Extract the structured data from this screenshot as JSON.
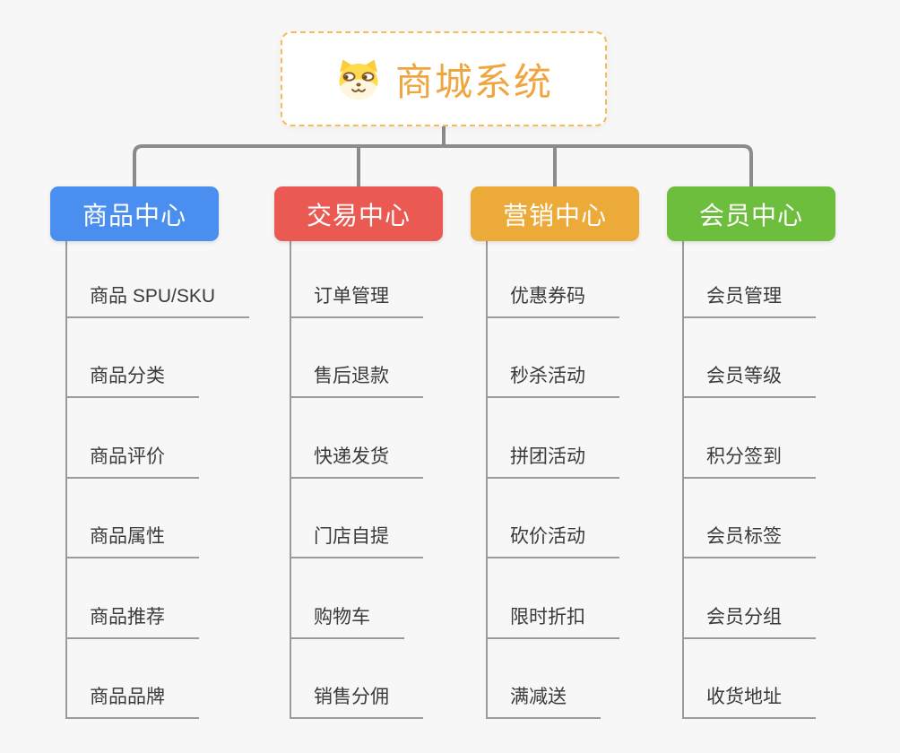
{
  "root": {
    "title": "商城系统",
    "icon": "dog-face-icon",
    "title_color": "#efa640",
    "border_color": "#f5bb57"
  },
  "connectors": {
    "color": "#8b8b8b"
  },
  "branches": [
    {
      "label": "商品中心",
      "color": "#4a8ff0",
      "items": [
        "商品 SPU/SKU",
        "商品分类",
        "商品评价",
        "商品属性",
        "商品推荐",
        "商品品牌"
      ]
    },
    {
      "label": "交易中心",
      "color": "#ea5a52",
      "items": [
        "订单管理",
        "售后退款",
        "快递发货",
        "门店自提",
        "购物车",
        "销售分佣"
      ]
    },
    {
      "label": "营销中心",
      "color": "#ecaa39",
      "items": [
        "优惠券码",
        "秒杀活动",
        "拼团活动",
        "砍价活动",
        "限时折扣",
        "满减送"
      ]
    },
    {
      "label": "会员中心",
      "color": "#6ebe3d",
      "items": [
        "会员管理",
        "会员等级",
        "积分签到",
        "会员标签",
        "会员分组",
        "收货地址"
      ]
    }
  ]
}
